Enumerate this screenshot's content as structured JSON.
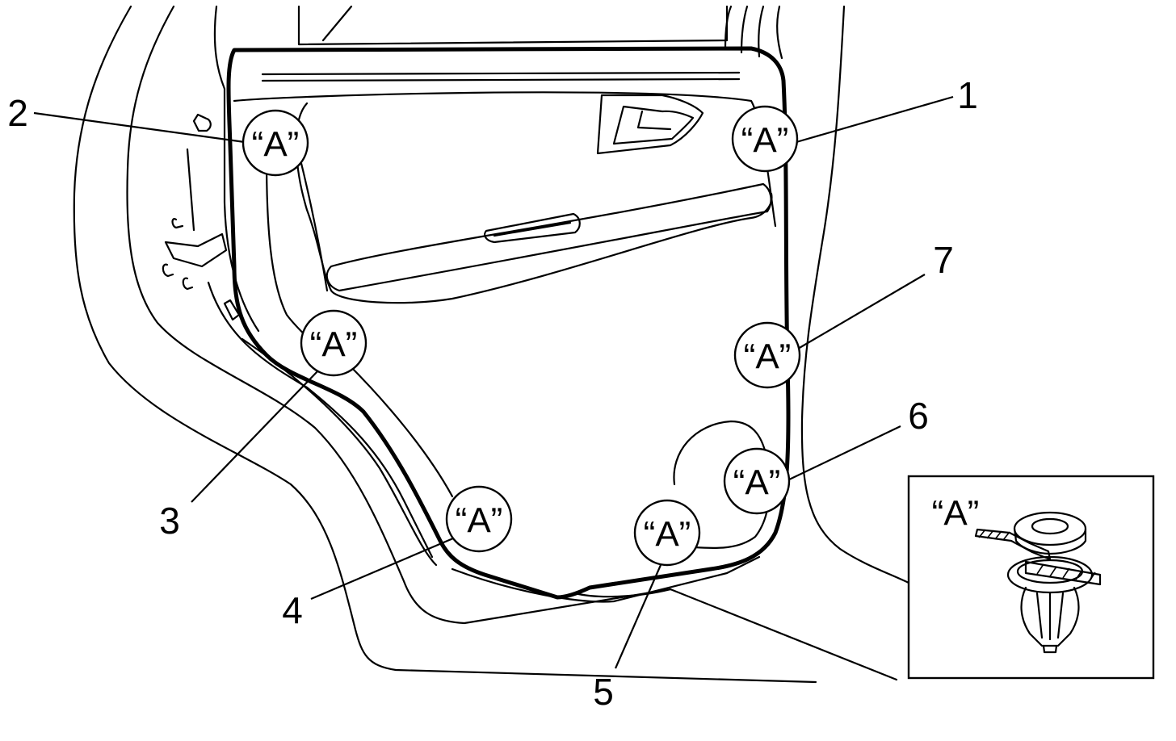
{
  "callout_text": "“A”",
  "callouts": [
    {
      "number": "1"
    },
    {
      "number": "2"
    },
    {
      "number": "3"
    },
    {
      "number": "4"
    },
    {
      "number": "5"
    },
    {
      "number": "6"
    },
    {
      "number": "7"
    }
  ],
  "inset": {
    "label": "“A”"
  }
}
